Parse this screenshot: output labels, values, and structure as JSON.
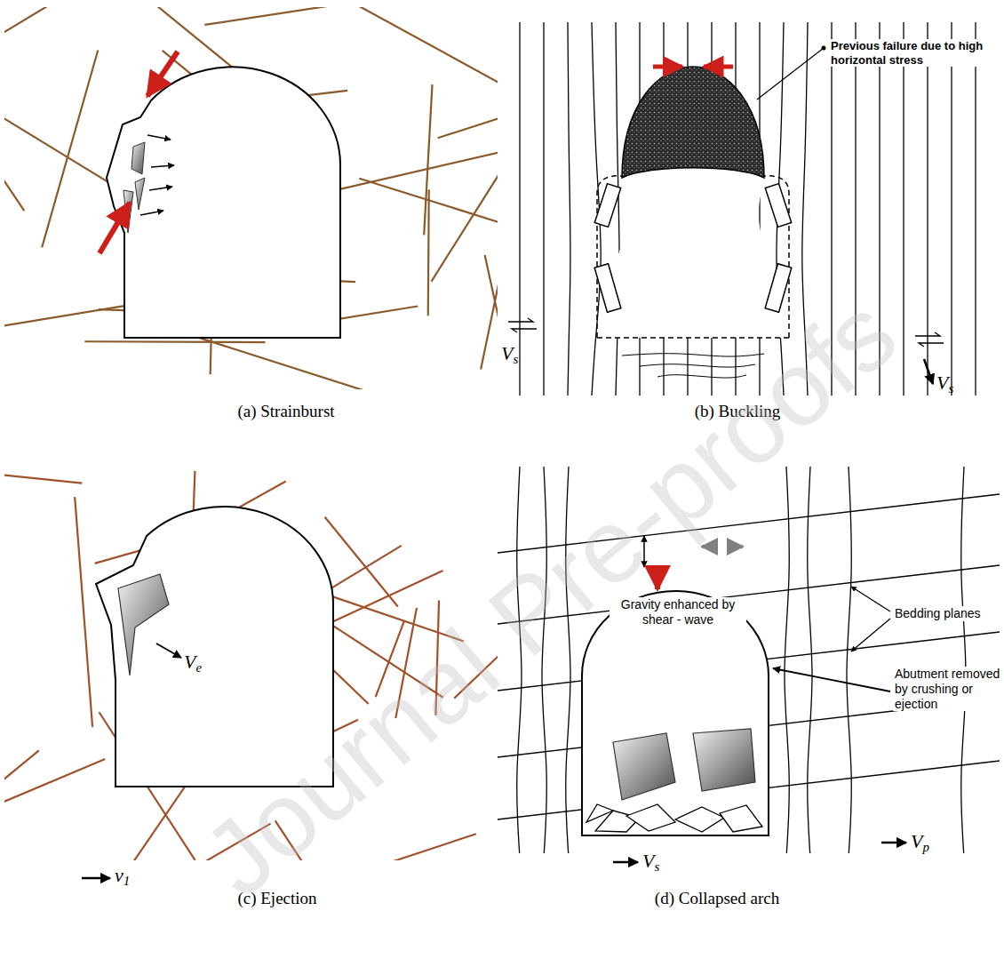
{
  "diagram": {
    "labels": [
      "(a) Strainburst",
      "Previous failure due to high horizontal stress",
      "Vs",
      "Vs",
      "(b) Buckling",
      "Ve",
      "v1",
      "(c) Ejection",
      "Gravity enhanced by shear - wave",
      "Bedding planes",
      "Abutment removed by crushing or ejection",
      "Vs",
      "Vp",
      "(d) Collapsed arch",
      "Journal Pre-proofs"
    ]
  }
}
